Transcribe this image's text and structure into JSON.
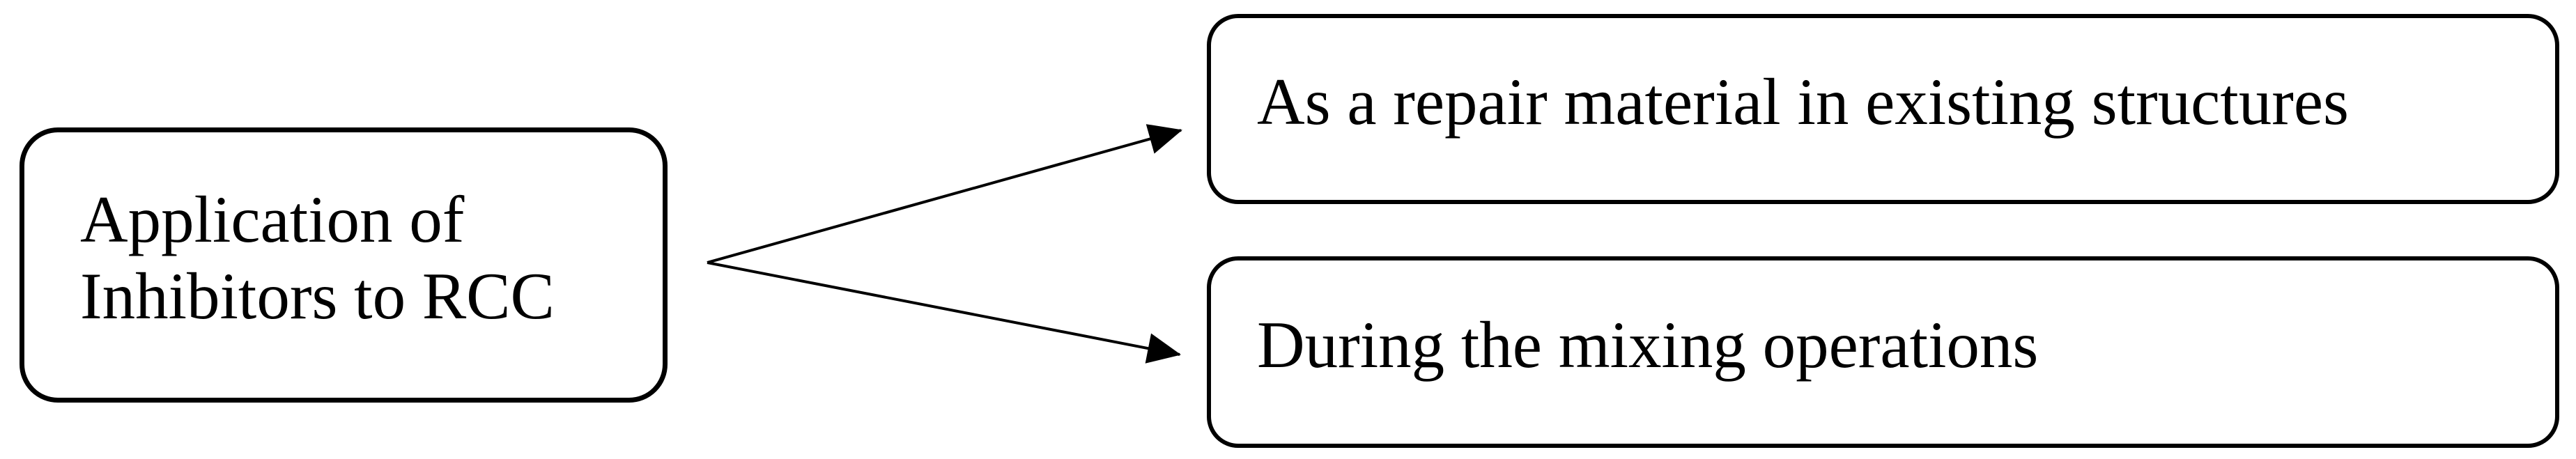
{
  "meta": {
    "background_color": "#ffffff",
    "ink_color": "#000000"
  },
  "diagram": {
    "type": "flowchart",
    "direction": "left-to-right",
    "root": {
      "label": "Application of\nInhibitors to RCC"
    },
    "branches": [
      {
        "label": "As a repair material in existing structures"
      },
      {
        "label": "During the mixing operations"
      }
    ],
    "connections": [
      {
        "from": "Application of Inhibitors to RCC",
        "to": "As a repair material in existing structures",
        "style": "arrow"
      },
      {
        "from": "Application of Inhibitors to RCC",
        "to": "During the mixing operations",
        "style": "arrow"
      }
    ]
  }
}
